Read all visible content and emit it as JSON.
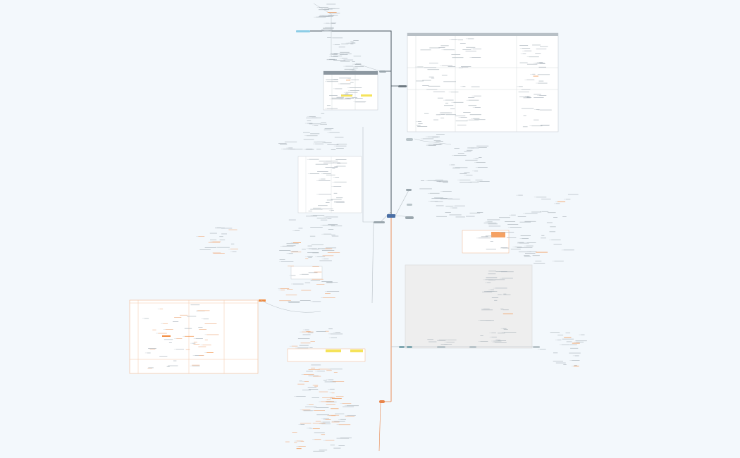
{
  "mindmap": {
    "central_topic": "",
    "branches": [
      {
        "id": "b1",
        "label": "",
        "color": "#9aa6ad"
      },
      {
        "id": "b2",
        "label": "",
        "color": "#6f7a82"
      },
      {
        "id": "b3",
        "label": "",
        "color": "#9aa6ad"
      },
      {
        "id": "b4",
        "label": "",
        "color": "#9aa6ad"
      },
      {
        "id": "b5",
        "label": "",
        "color": "#e8844a"
      },
      {
        "id": "b6",
        "label": "",
        "color": "#b9c4c9"
      },
      {
        "id": "b7",
        "label": "",
        "color": "#7fa7b0"
      }
    ],
    "colors": {
      "background": "#f3f8fc",
      "central": "#4a6fa5",
      "root_label": "#8ccde6",
      "line_dark": "#44525c",
      "line_orange": "#e8844a",
      "line_grey": "#b7bfc5",
      "highlight_yellow": "#f5e35a",
      "highlight_orange": "#f28a3c",
      "table_header": "#8c97a0",
      "group_panel": "#eeeeee"
    }
  }
}
